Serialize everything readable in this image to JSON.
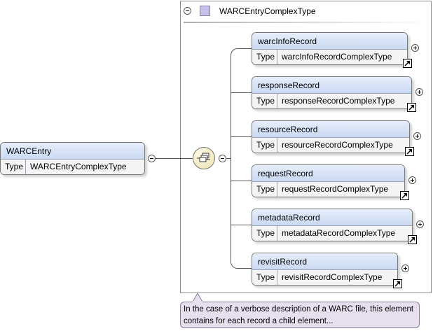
{
  "complex_type": {
    "title": "WARCEntryComplexType",
    "swatch_color": "#c8c0e8"
  },
  "root": {
    "name": "WARCEntry",
    "type_key": "Type",
    "type_value": "WARCEntryComplexType"
  },
  "sequence_icon": "sequence-compositor-icon",
  "records": [
    {
      "name": "warcInfoRecord",
      "type_key": "Type",
      "type_value": "warcInfoRecordComplexType"
    },
    {
      "name": "responseRecord",
      "type_key": "Type",
      "type_value": "responseRecordComplexType"
    },
    {
      "name": "resourceRecord",
      "type_key": "Type",
      "type_value": "resourceRecordComplexType"
    },
    {
      "name": "requestRecord",
      "type_key": "Type",
      "type_value": "requestRecordComplexType"
    },
    {
      "name": "metadataRecord",
      "type_key": "Type",
      "type_value": "metadataRecordComplexType"
    },
    {
      "name": "revisitRecord",
      "type_key": "Type",
      "type_value": "revisitRecordComplexType"
    }
  ],
  "annotation": "In the case of a verbose description of a WARC file, this element contains for each record a child element..."
}
